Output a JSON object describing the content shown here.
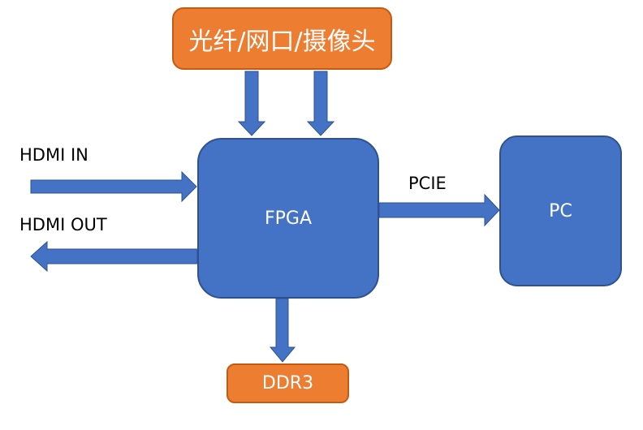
{
  "diagram": {
    "source_label": "光纤/网口/摄像头",
    "fpga_label": "FPGA",
    "pc_label": "PC",
    "ddr_label": "DDR3",
    "hdmi_in_label": "HDMI IN",
    "hdmi_out_label": "HDMI OUT",
    "pcie_label": "PCIE"
  },
  "colors": {
    "block_blue": "#4472C4",
    "block_orange": "#ED7D31",
    "arrow": "#4472C4"
  }
}
